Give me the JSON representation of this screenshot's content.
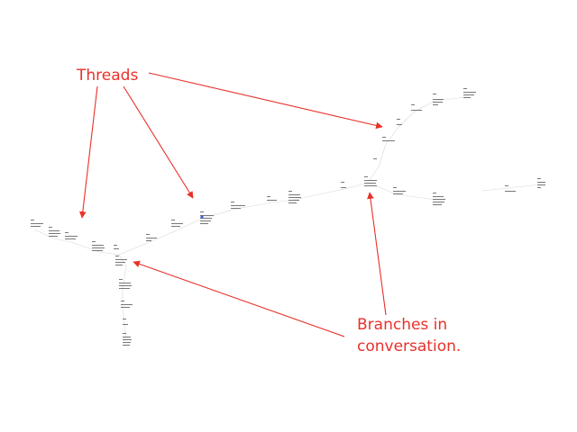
{
  "annotations": {
    "threads_label": "Threads",
    "branches_label_line1": "Branches in",
    "branches_label_line2": "conversation."
  },
  "colors": {
    "accent": "#e8312a",
    "edge": "#d8d8d8",
    "node_text": "#555555",
    "highlight_dot": "#3b5bdb"
  }
}
